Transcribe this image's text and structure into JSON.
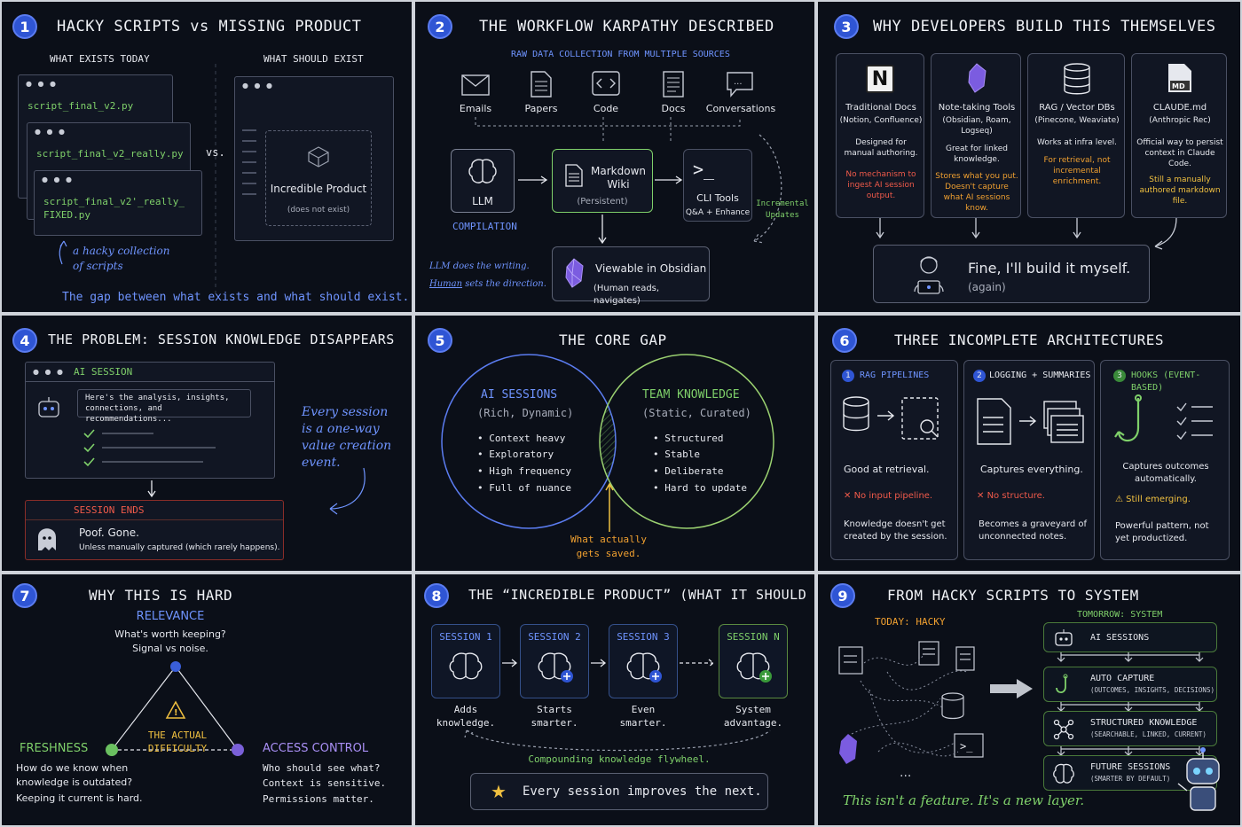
{
  "p1": {
    "num": "1",
    "title": "HACKY SCRIPTS vs MISSING PRODUCT",
    "left_label": "WHAT EXISTS TODAY",
    "right_label": "WHAT SHOULD EXIST",
    "script1": "script_final_v2.py",
    "script2": "script_final_v2_really.py",
    "script3a": "script_final_v2'_really_",
    "script3b": "FIXED.py",
    "vs": "vs.",
    "product": "Incredible Product",
    "product_sub": "(does not exist)",
    "note1": "a hacky collection",
    "note2": "of scripts",
    "footer": "The gap between what exists and what should exist."
  },
  "p2": {
    "num": "2",
    "title": "THE WORKFLOW KARPATHY DESCRIBED",
    "subtitle": "RAW DATA COLLECTION FROM MULTIPLE SOURCES",
    "sources": [
      "Emails",
      "Papers",
      "Code",
      "Docs",
      "Conversations"
    ],
    "llm": "LLM",
    "compilation": "COMPILATION",
    "wiki1": "Markdown",
    "wiki2": "Wiki",
    "wiki3": "(Persistent)",
    "cli1": "CLI Tools",
    "cli2": "Q&A + Enhance",
    "inc1": "Incremental",
    "inc2": "Updates",
    "obs1": "Viewable in Obsidian",
    "obs2": "(Human reads, navigates)",
    "n1a": "LLM",
    "n1b": "does the writing.",
    "n2a": "Human",
    "n2b": "sets the direction."
  },
  "p3": {
    "num": "3",
    "title": "WHY DEVELOPERS BUILD THIS THEMSELVES",
    "cards": [
      {
        "name": "Traditional Docs",
        "sub": "(Notion, Confluence)",
        "body": "Designed for manual authoring.",
        "note": "No mechanism to ingest AI session output."
      },
      {
        "name": "Note-taking Tools",
        "sub": "(Obsidian, Roam, Logseq)",
        "body": "Great for linked knowledge.",
        "note": "Stores what you put. Doesn't capture what AI sessions know."
      },
      {
        "name": "RAG / Vector DBs",
        "sub": "(Pinecone, Weaviate)",
        "body": "Works at infra level.",
        "note": "For retrieval, not incremental enrichment."
      },
      {
        "name": "CLAUDE.md",
        "sub": "(Anthropic Rec)",
        "body": "Official way to persist context in Claude Code.",
        "note": "Still a manually authored markdown file."
      }
    ],
    "quote": "Fine, I'll build it myself.",
    "again": "(again)"
  },
  "p4": {
    "num": "4",
    "title": "THE PROBLEM: SESSION KNOWLEDGE DISAPPEARS",
    "session": "AI SESSION",
    "bubble": "Here's the analysis, insights, connections, and recommendations...",
    "ends": "SESSION ENDS",
    "poof": "Poof. Gone.",
    "unless": "Unless manually captured (which rarely happens).",
    "note": "Every session is a one-way value creation event."
  },
  "p5": {
    "num": "5",
    "title": "THE CORE GAP",
    "ai": "AI SESSIONS",
    "ai_sub": "(Rich, Dynamic)",
    "ai_items": [
      "Context heavy",
      "Exploratory",
      "High frequency",
      "Full of nuance"
    ],
    "team": "TEAM KNOWLEDGE",
    "team_sub": "(Static, Curated)",
    "team_items": [
      "Structured",
      "Stable",
      "Deliberate",
      "Hard to update"
    ],
    "saved1": "What actually",
    "saved2": "gets saved."
  },
  "p6": {
    "num": "6",
    "title": "THREE INCOMPLETE ARCHITECTURES",
    "cols": [
      {
        "n": "1",
        "head": "RAG PIPELINES",
        "good": "Good at retrieval.",
        "bad": "No input pipeline.",
        "foot": "Knowledge doesn't get created by the session."
      },
      {
        "n": "2",
        "head": "LOGGING + SUMMARIES",
        "good": "Captures everything.",
        "bad": "No structure.",
        "foot": "Becomes a graveyard of unconnected notes."
      },
      {
        "n": "3",
        "head": "HOOKS (EVENT-BASED)",
        "good": "Captures outcomes automatically.",
        "bad": "Still emerging.",
        "foot": "Powerful pattern, not yet productized."
      }
    ]
  },
  "p7": {
    "num": "7",
    "title": "WHY THIS IS HARD",
    "rel": "RELEVANCE",
    "rel1": "What's worth keeping?",
    "rel2": "Signal vs noise.",
    "fresh": "FRESHNESS",
    "fresh1": "How do we know when",
    "fresh2": "knowledge is outdated?",
    "fresh3": "Keeping it current is hard.",
    "acc": "ACCESS CONTROL",
    "acc1": "Who should see what?",
    "acc2": "Context is sensitive.",
    "acc3": "Permissions matter.",
    "diff1": "THE ACTUAL",
    "diff2": "DIFFICULTY"
  },
  "p8": {
    "num": "8",
    "title": "THE “INCREDIBLE PRODUCT” (WHAT IT SHOULD DO)",
    "sessions": [
      {
        "label": "SESSION 1",
        "a": "Adds",
        "b": "knowledge."
      },
      {
        "label": "SESSION 2",
        "a": "Starts",
        "b": "smarter."
      },
      {
        "label": "SESSION 3",
        "a": "Even",
        "b": "smarter."
      },
      {
        "label": "SESSION N",
        "a": "System",
        "b": "advantage."
      }
    ],
    "flywheel": "Compounding knowledge flywheel.",
    "banner": "Every session improves the next."
  },
  "p9": {
    "num": "9",
    "title": "FROM HACKY SCRIPTS TO SYSTEM",
    "today": "TODAY: HACKY",
    "tomorrow": "TOMORROW: SYSTEM",
    "steps": [
      {
        "name": "AI SESSIONS",
        "sub": ""
      },
      {
        "name": "AUTO CAPTURE",
        "sub": "(OUTCOMES, INSIGHTS, DECISIONS)"
      },
      {
        "name": "STRUCTURED KNOWLEDGE",
        "sub": "(SEARCHABLE, LINKED, CURRENT)"
      },
      {
        "name": "FUTURE SESSIONS",
        "sub": "(SMARTER BY DEFAULT)"
      }
    ],
    "ellipsis": "...",
    "footer": "This isn't a feature. It's a new layer."
  },
  "colors": {
    "accent_blue": "#6f94ff",
    "red": "#f05a4a",
    "orange": "#f0a030",
    "green": "#7fd06a",
    "yellow": "#f0c040",
    "purple": "#a98ff5"
  }
}
